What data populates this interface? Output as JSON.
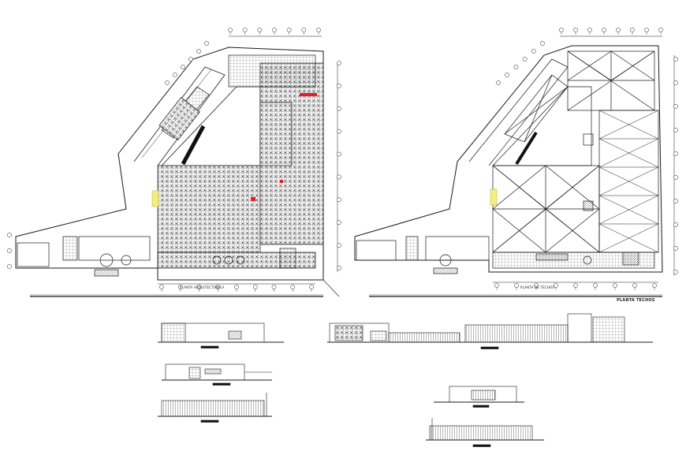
{
  "sheet": {
    "labels": {
      "plan_left": "PLANTA ARQUITECTONICA",
      "plan_right": "PLANTA DE TECHOS",
      "plan_right_corner": "PLANTA TECHOS"
    }
  },
  "colors": {
    "line": "#1a1a1a",
    "highlight_yellow": "#f4ef7a",
    "accent_red": "#e0202a",
    "background": "#ffffff"
  }
}
